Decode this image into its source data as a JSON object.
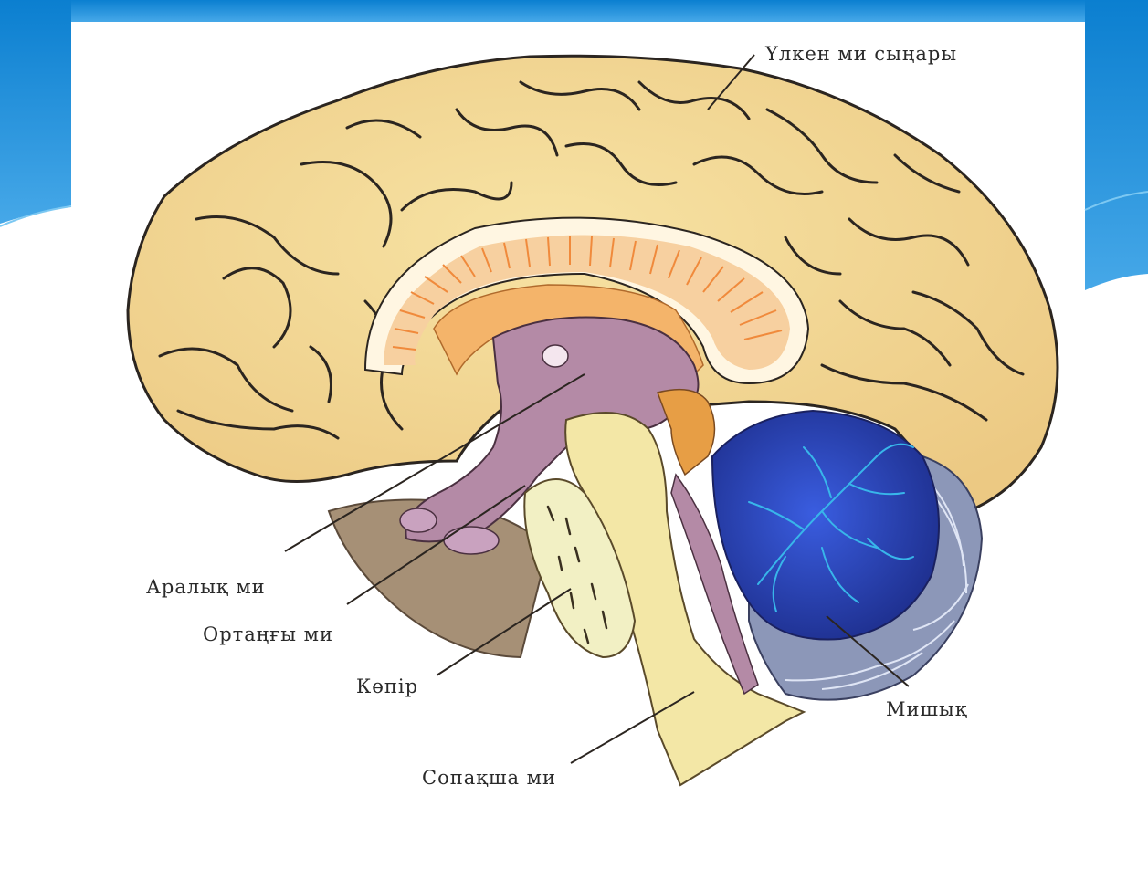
{
  "labels": {
    "cerebrum": "Үлкен ми сыңары",
    "diencephalon": "Аралық ми",
    "midbrain": "Ортаңғы ми",
    "pons": "Көпір",
    "cerebellum": "Мишық",
    "medulla": "Сопақша ми"
  },
  "colors": {
    "slide_frame": "#1e8fd8",
    "cortex": "#f2d690",
    "sulcus": "#2b2520",
    "corpus_callosum": "#f4a86a",
    "thalamus": "#b78aa8",
    "brainstem": "#f3e7a6",
    "cerebellum": "#2f49b8",
    "cerebellum_veins": "#38b6ea",
    "cerebellum_folia": "#8c97b8",
    "pons": "#f2f0c4"
  }
}
